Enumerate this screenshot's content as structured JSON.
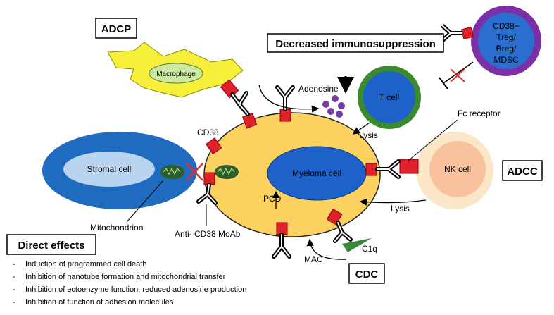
{
  "labels": {
    "adcp": "ADCP",
    "decreased_immunosuppression": "Decreased immunosuppression",
    "treg_lines": [
      "CD38+",
      "Treg/",
      "Breg/",
      "MDSC"
    ],
    "macrophage": "Macrophage",
    "adenosine": "Adenosine",
    "t_cell": "T cell",
    "fc_receptor": "Fc receptor",
    "lysis_top": "Lysis",
    "cd38": "CD38",
    "stromal_cell": "Stromal cell",
    "myeloma_cell": "Myeloma cell",
    "nk_cell": "NK cell",
    "adcc": "ADCC",
    "lysis_bottom": "Lysis",
    "pcd": "PCD",
    "mitochondrion": "Mitochondrion",
    "anti_cd38": "Anti- CD38 MoAb",
    "c1q": "C1q",
    "mac": "MAC",
    "cdc": "CDC",
    "direct_effects": "Direct effects"
  },
  "direct_effects": [
    "Induction of programmed cell death",
    "Inhibition of nanotube formation and mitochondrial transfer",
    "Inhibition of ectoenzyme function: reduced adenosine production",
    "Inhibition of function of adhesion molecules"
  ],
  "colors": {
    "myeloma_body": "#fdd160",
    "myeloma_nucleus": "#1d62c9",
    "stromal_body": "#1f6bbf",
    "stromal_nucleus": "#b9d4ee",
    "macrophage_body": "#f7f03a",
    "macrophage_nucleus": "#cdeaa3",
    "t_cell_ring": "#3a8a2e",
    "t_cell_body": "#1d62c9",
    "nk_outer": "#fbe7c8",
    "nk_inner": "#f9c29d",
    "treg_ring": "#7c30a8",
    "treg_body": "#2a6fcf",
    "cd38_receptor": "#e0202a",
    "adenosine": "#7a3aa8",
    "mitochondrion": "#2d5e2a",
    "c1q": "#3a8a3a",
    "inhibit_cross": "#e03030"
  }
}
